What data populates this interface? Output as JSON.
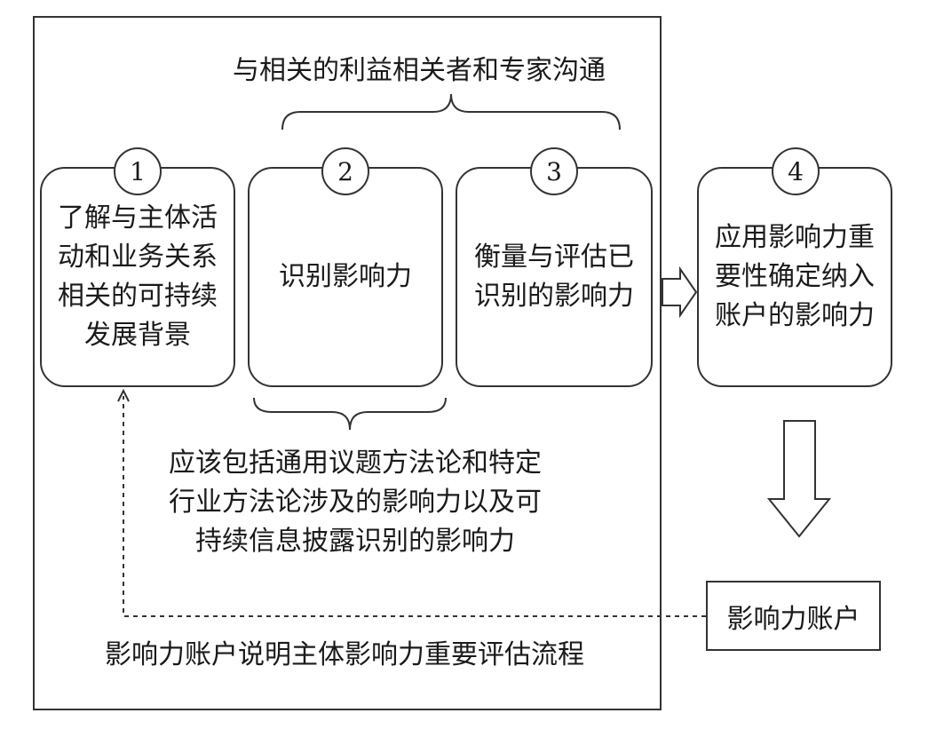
{
  "diagram": {
    "top_note": "与相关的利益相关者和专家沟通",
    "steps": [
      {
        "num": "1",
        "lines": [
          "了解与主体活",
          "动和业务关系",
          "相关的可持续",
          "发展背景"
        ]
      },
      {
        "num": "2",
        "lines": [
          "识别影响力"
        ]
      },
      {
        "num": "3",
        "lines": [
          "衡量与评估已",
          "识别的影响力"
        ]
      },
      {
        "num": "4",
        "lines": [
          "应用影响力重",
          "要性确定纳入",
          "账户的影响力"
        ]
      }
    ],
    "bottom_note": [
      "应该包括通用议题方法论和特定",
      "行业方法论涉及的影响力以及可",
      "持续信息披露识别的影响力"
    ],
    "account_label": "影响力账户",
    "caption": "影响力账户说明主体影响力重要评估流程"
  }
}
